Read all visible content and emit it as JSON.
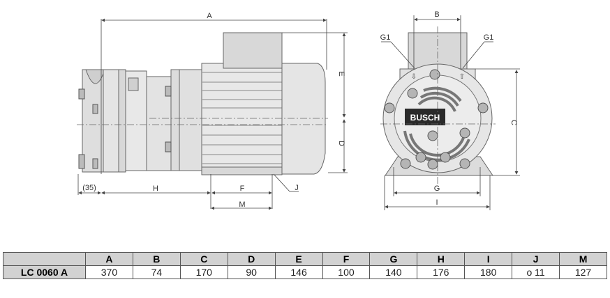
{
  "drawing": {
    "side_view": {
      "dimension_labels": {
        "A": "A",
        "E": "E",
        "D": "D",
        "H": "H",
        "F": "F",
        "M": "M",
        "J": "J",
        "offset": "(35)"
      }
    },
    "front_view": {
      "dimension_labels": {
        "B": "B",
        "C": "C",
        "G": "G",
        "I": "I",
        "G1_left": "G1",
        "G1_right": "G1"
      },
      "brand_logo": "BUSCH"
    }
  },
  "table": {
    "columns": [
      "",
      "A",
      "B",
      "C",
      "D",
      "E",
      "F",
      "G",
      "H",
      "I",
      "J",
      "M"
    ],
    "rows": [
      {
        "model": "LC 0060 A",
        "values": [
          "370",
          "74",
          "170",
          "90",
          "146",
          "100",
          "140",
          "176",
          "180",
          "o 11",
          "127"
        ]
      }
    ]
  },
  "colors": {
    "header_bg": "#d2d2d2",
    "border": "#555555",
    "drawing_fill": "#e6e6e6",
    "drawing_line": "#555555",
    "logo_bg": "#2a2a2a"
  }
}
